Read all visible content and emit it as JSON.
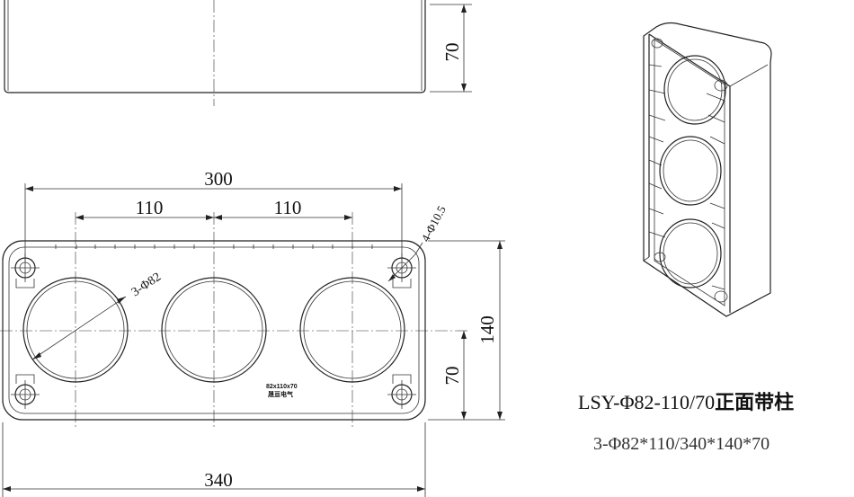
{
  "dimensions": {
    "side_height": "70",
    "overall_width_inner": "300",
    "spacing_left": "110",
    "spacing_right": "110",
    "mount_holes": "4-Φ10.5",
    "hole_count_dia": "3-Φ82",
    "front_height": "140",
    "center_height": "70",
    "overall_width": "340"
  },
  "stamp": {
    "line1": "82x110x70",
    "line2": "晟亘电气"
  },
  "caption": {
    "model_prefix": "LSY-Φ82-110/70",
    "model_suffix": "正面带柱",
    "spec": "3-Φ82*110/340*140*70"
  }
}
